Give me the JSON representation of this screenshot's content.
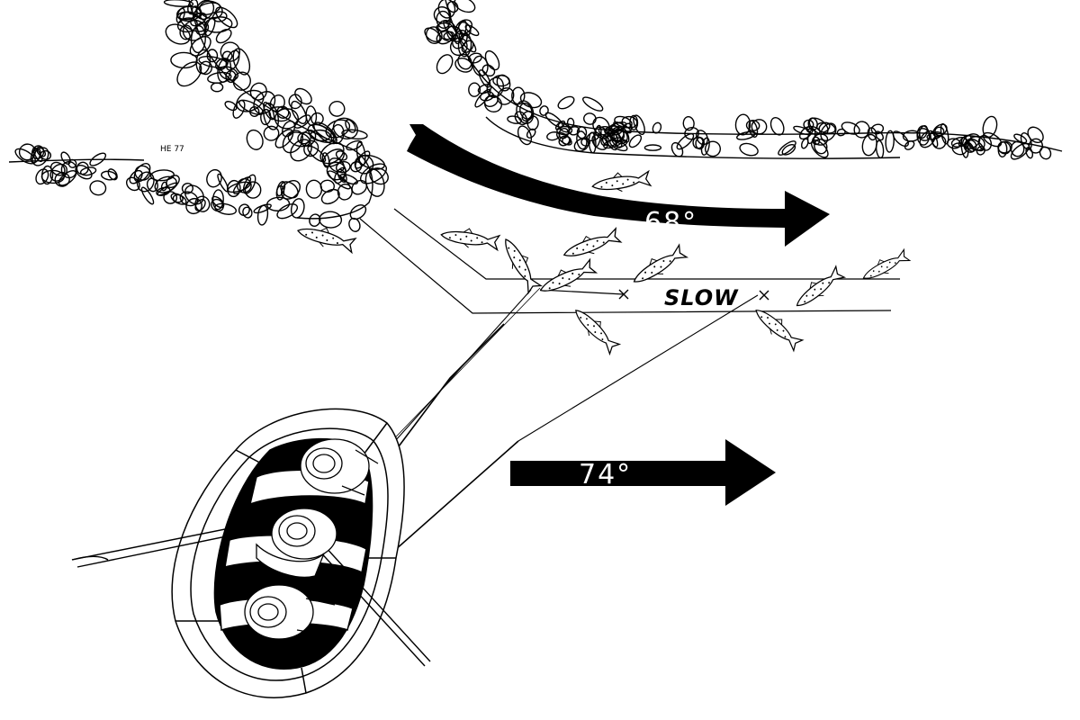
{
  "labels": {
    "upper_temp": "68°",
    "lower_temp": "74°",
    "slow": "SLOW",
    "signature": "HE 77"
  },
  "colors": {
    "ink": "#000000",
    "paper": "#ffffff"
  },
  "icons": [
    "rock-bank",
    "current-arrow",
    "trout-icon",
    "raft",
    "angler",
    "oar",
    "fly-rod"
  ]
}
